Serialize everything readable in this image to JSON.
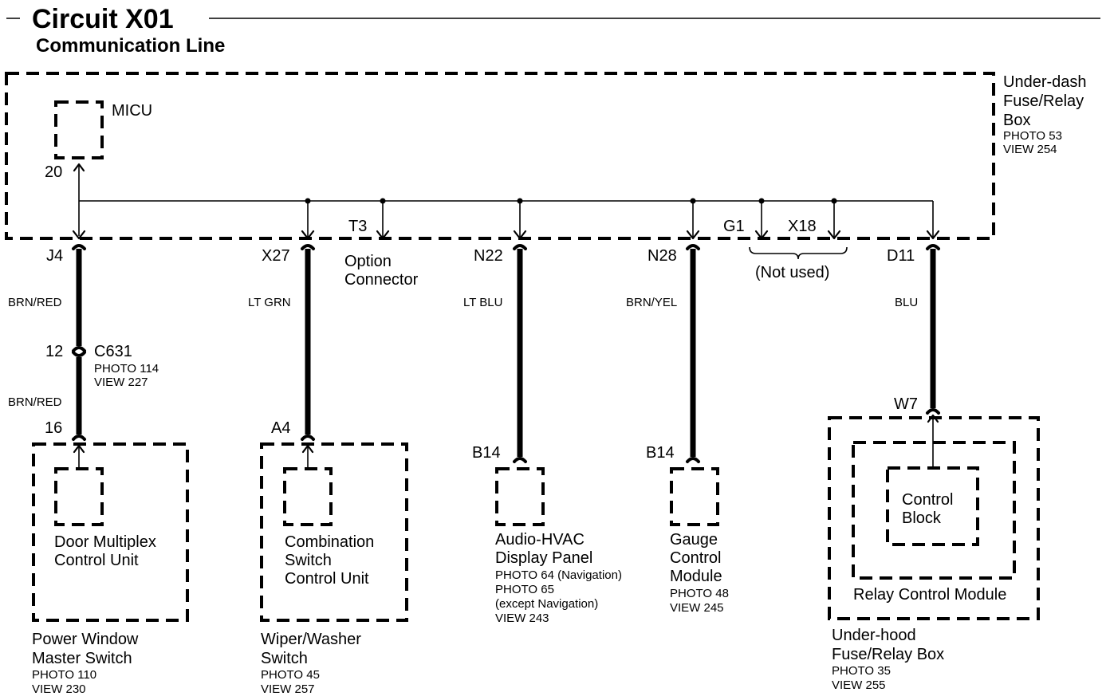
{
  "header": {
    "title": "Circuit X01",
    "subtitle": "Communication Line"
  },
  "fuse_box": {
    "title_lines": [
      "Under-dash",
      "Fuse/Relay",
      "Box"
    ],
    "photo": "PHOTO 53",
    "view": "VIEW 254",
    "micu_label": "MICU",
    "micu_pin": "20"
  },
  "terminals": {
    "j4": "J4",
    "x27": "X27",
    "t3": "T3",
    "n22": "N22",
    "n28": "N28",
    "g1": "G1",
    "x18": "X18",
    "d11": "D11"
  },
  "option_connector": [
    "Option",
    "Connector"
  ],
  "not_used": "(Not used)",
  "wires": {
    "j4_upper": "BRN/RED",
    "j4_lower": "BRN/RED",
    "x27": "LT GRN",
    "n22": "LT BLU",
    "n28": "BRN/YEL",
    "d11": "BLU"
  },
  "connector_c631": {
    "pin": "12",
    "name": "C631",
    "photo": "PHOTO 114",
    "view": "VIEW 227"
  },
  "components": {
    "power_window": {
      "pin": "16",
      "inner": [
        "Door Multiplex",
        "Control Unit"
      ],
      "name": [
        "Power Window",
        "Master Switch"
      ],
      "photo": "PHOTO 110",
      "view": "VIEW 230"
    },
    "wiper": {
      "pin": "A4",
      "inner": [
        "Combination",
        "Switch",
        "Control Unit"
      ],
      "name": [
        "Wiper/Washer",
        "Switch"
      ],
      "photo": "PHOTO 45",
      "view": "VIEW 257"
    },
    "audio": {
      "pin": "B14",
      "name": [
        "Audio-HVAC",
        "Display Panel"
      ],
      "notes": [
        "PHOTO 64 (Navigation)",
        "PHOTO 65",
        "(except Navigation)",
        "VIEW 243"
      ]
    },
    "gauge": {
      "pin": "B14",
      "name": [
        "Gauge",
        "Control",
        "Module"
      ],
      "photo": "PHOTO 48",
      "view": "VIEW 245"
    },
    "underhood": {
      "pin": "W7",
      "inner": [
        "Control",
        "Block"
      ],
      "module": "Relay Control Module",
      "name": [
        "Under-hood",
        "Fuse/Relay Box"
      ],
      "photo": "PHOTO 35",
      "view": "VIEW 255"
    }
  }
}
